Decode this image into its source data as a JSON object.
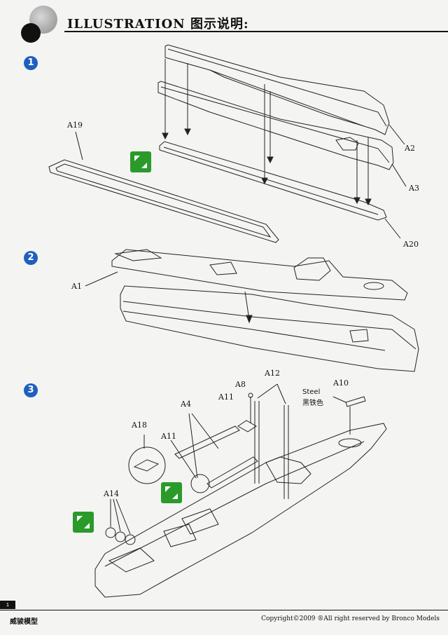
{
  "header": {
    "title": "ILLUSTRATION 图示说明:"
  },
  "steps": [
    "1",
    "2",
    "3"
  ],
  "parts": {
    "a19": "A19",
    "a2": "A2",
    "a3": "A3",
    "a20": "A20",
    "a1": "A1",
    "a8": "A8",
    "a12": "A12",
    "a10": "A10",
    "steel": "Steel",
    "steel_cn": "黑铁色",
    "a11_top": "A11",
    "a4": "A4",
    "a18": "A18",
    "a11_mid": "A11",
    "a14": "A14"
  },
  "footer": {
    "page_number": "1",
    "brand": "威骏模型",
    "copyright": "Copyright©2009  ®All right reserved by Bronco Models"
  },
  "colors": {
    "step_badge": "#1f5fbf",
    "glue_icon": "#2a9a2a"
  },
  "icons": {
    "glue": "cement-glue-icon"
  }
}
